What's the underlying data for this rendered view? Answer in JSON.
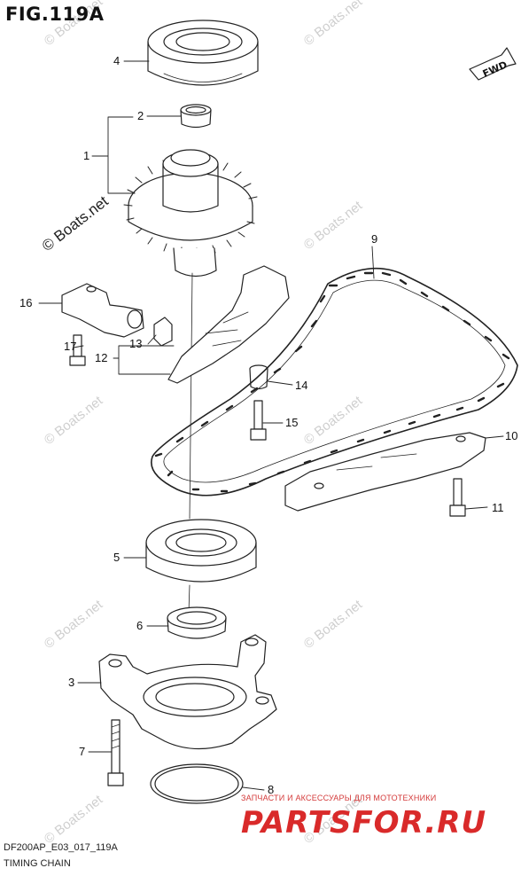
{
  "figure": {
    "title": "FIG.119A",
    "code": "DF200AP_E03_017_119A",
    "name": "TIMING CHAIN",
    "direction_label": "FWD"
  },
  "callouts": [
    {
      "id": "c1",
      "label": "1"
    },
    {
      "id": "c2",
      "label": "2"
    },
    {
      "id": "c3",
      "label": "3"
    },
    {
      "id": "c4",
      "label": "4"
    },
    {
      "id": "c5",
      "label": "5"
    },
    {
      "id": "c6",
      "label": "6"
    },
    {
      "id": "c7",
      "label": "7"
    },
    {
      "id": "c8",
      "label": "8"
    },
    {
      "id": "c9",
      "label": "9"
    },
    {
      "id": "c10",
      "label": "10"
    },
    {
      "id": "c11",
      "label": "11"
    },
    {
      "id": "c12",
      "label": "12"
    },
    {
      "id": "c13",
      "label": "13"
    },
    {
      "id": "c14",
      "label": "14"
    },
    {
      "id": "c15",
      "label": "15"
    },
    {
      "id": "c16",
      "label": "16"
    },
    {
      "id": "c17",
      "label": "17"
    }
  ],
  "watermark": {
    "text": "© Boats.net"
  },
  "advert": {
    "tagline": "ЗАПЧАСТИ И АКСЕССУАРЫ ДЛЯ МОТОТЕХНИКИ",
    "logo": "PARTSFOR.RU"
  },
  "colors": {
    "line": "#222222",
    "advert": "#d92a2a",
    "watermark": "#cfcfcf"
  }
}
